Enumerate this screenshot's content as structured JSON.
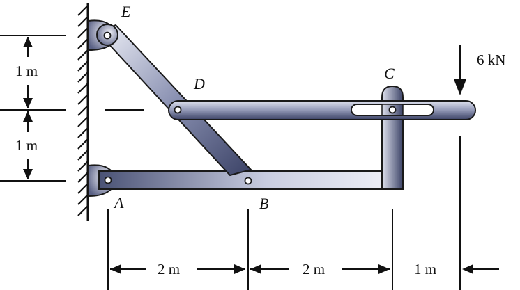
{
  "points": {
    "A": "A",
    "B": "B",
    "C": "C",
    "D": "D",
    "E": "E"
  },
  "dimensions": {
    "vertical_upper": "1 m",
    "vertical_lower": "1 m",
    "horizontal_AB": "2 m",
    "horizontal_BC": "2 m",
    "horizontal_C_load": "1 m"
  },
  "load": {
    "label": "6 kN"
  },
  "colors": {
    "member_light": "#e8eaf4",
    "member_dark": "#4a5275",
    "outline": "#1a1a1a",
    "wall": "#111111"
  }
}
